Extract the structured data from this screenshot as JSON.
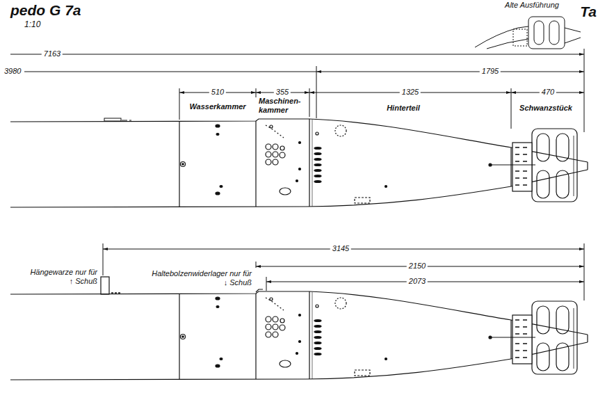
{
  "diagram": {
    "title": "pedo G 7a",
    "labels": [
      "1:10",
      "Alte Ausführung",
      "Ta",
      "7163",
      "3980",
      "1795",
      "510",
      "355",
      "1325",
      "470",
      "Wasserkammer",
      "Maschinen- kammer",
      "Hinterteil",
      "Schwanzstück",
      "3145",
      "2150",
      "2073",
      "Hängewarze nur für ↑ Schuß",
      "Haltebolzenwiderlager nur für ↓ Schuß"
    ]
  }
}
